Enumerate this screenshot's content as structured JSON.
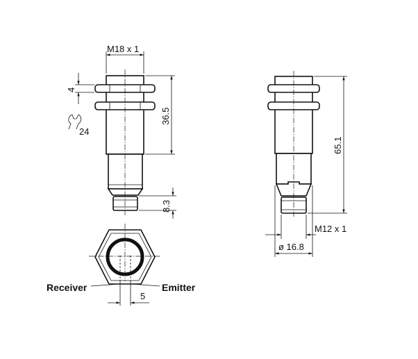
{
  "drawing": {
    "dimensions": {
      "thread_left": "M18 x 1",
      "nut_height": "4",
      "wrench_size": "24",
      "thread_length": "36.5",
      "connector_length": "8.3",
      "total_length": "65.1",
      "connector_thread": "M12 x 1",
      "diameter": "ø 16.8",
      "optical_axis_spacing": "5"
    },
    "labels": {
      "receiver": "Receiver",
      "emitter": "Emitter"
    },
    "icons": [
      "wrench-icon"
    ]
  }
}
